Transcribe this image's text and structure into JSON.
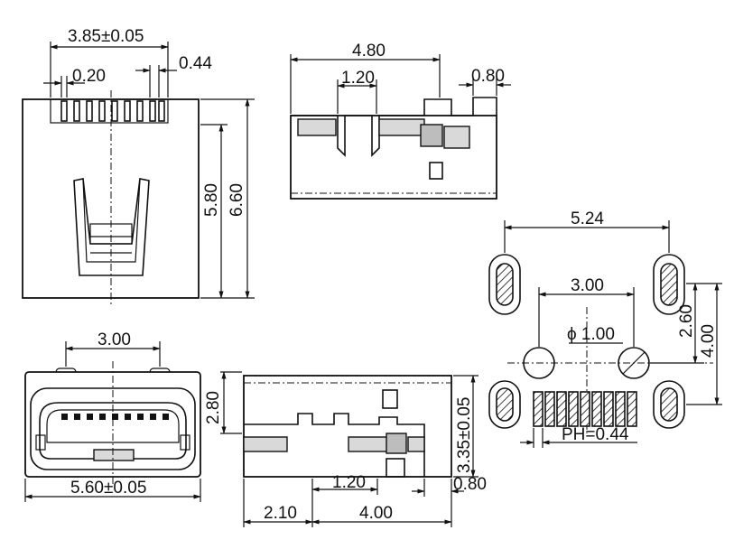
{
  "top_view": {
    "dim_width": "3.85±0.05",
    "dim_pin": "0.20",
    "dim_pitch": "0.44",
    "dim_height_inner": "5.80",
    "dim_height_outer": "6.60"
  },
  "side_view_top": {
    "dim_length": "4.80",
    "dim_slot": "1.20",
    "dim_tab": "0.80"
  },
  "front_view": {
    "dim_tabs": "3.00",
    "dim_height": "2.80",
    "dim_width": "5.60±0.05"
  },
  "side_view_bottom": {
    "dim_height": "3.35±0.05",
    "dim_slot": "1.20",
    "dim_tab": "0.80",
    "dim_offset": "2.10",
    "dim_length": "4.00"
  },
  "footprint": {
    "dim_outer": "5.24",
    "dim_holes": "3.00",
    "dim_hole_dia": "ϕ 1.00",
    "dim_row": "2.60",
    "dim_total": "4.00",
    "dim_pitch": "PH=0.44"
  }
}
